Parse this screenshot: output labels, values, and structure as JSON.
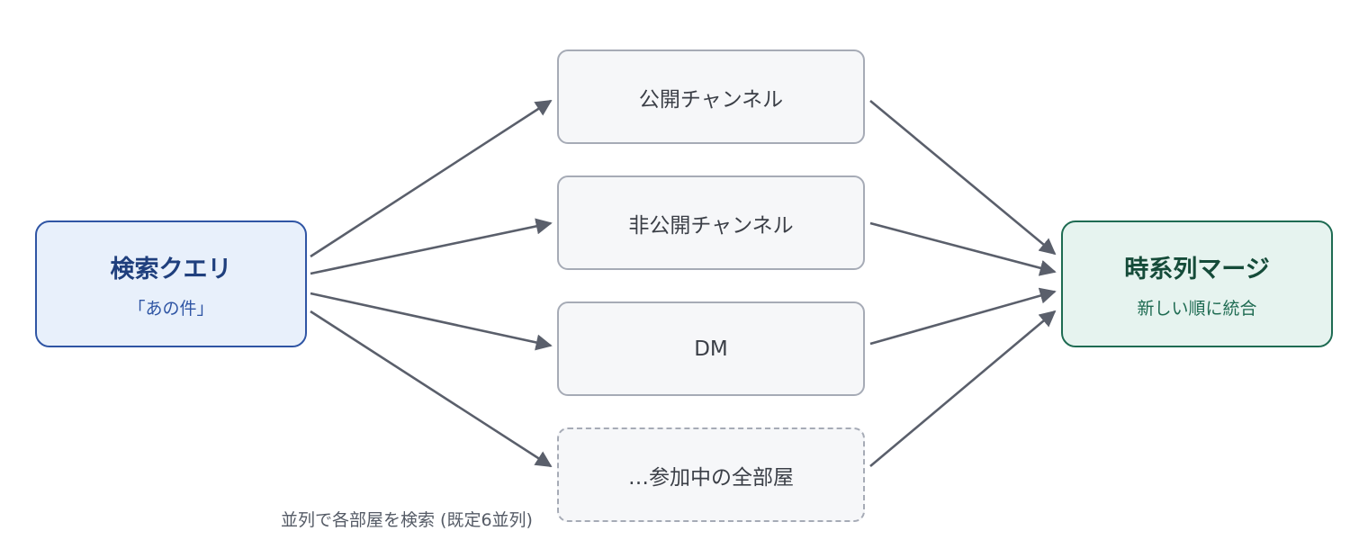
{
  "colors": {
    "edge": "#5a5f6b",
    "query_border": "#2f55a4",
    "query_fill": "#e8f0fb",
    "merge_border": "#1e6b52",
    "merge_fill": "#e6f3ef",
    "channel_border": "#a6abb6",
    "channel_fill": "#f6f7f9"
  },
  "query": {
    "title": "検索クエリ",
    "subtitle": "「あの件」"
  },
  "channels": [
    {
      "label": "公開チャンネル",
      "dashed": false
    },
    {
      "label": "非公開チャンネル",
      "dashed": false
    },
    {
      "label": "DM",
      "dashed": false
    },
    {
      "label": "…参加中の全部屋",
      "dashed": true
    }
  ],
  "merge": {
    "title": "時系列マージ",
    "subtitle": "新しい順に統合"
  },
  "edge_label": "並列で各部屋を検索 (既定6並列)"
}
